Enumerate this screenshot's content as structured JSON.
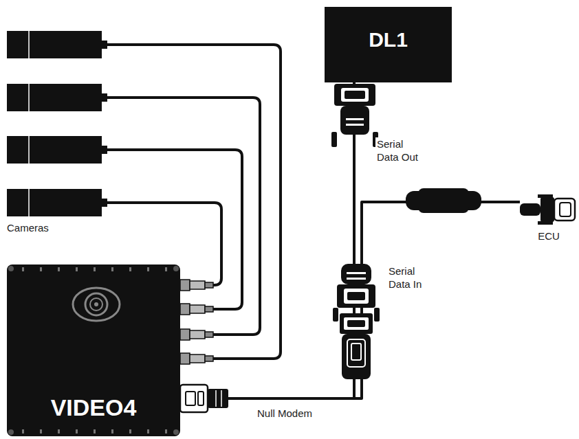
{
  "diagram": {
    "nodes": [
      {
        "text": [
          "DL1"
        ]
      },
      {
        "text": [
          "VIDEO4"
        ]
      },
      {
        "text": [
          "ECU"
        ]
      }
    ],
    "edges": [
      {
        "from": 0,
        "to": 1,
        "arrow": "none"
      },
      {
        "from": 2,
        "to": 1,
        "arrow": "none"
      }
    ],
    "labels": [
      "Cameras",
      "Serial Data Out",
      "Serial Data In",
      "Null Modem"
    ]
  }
}
